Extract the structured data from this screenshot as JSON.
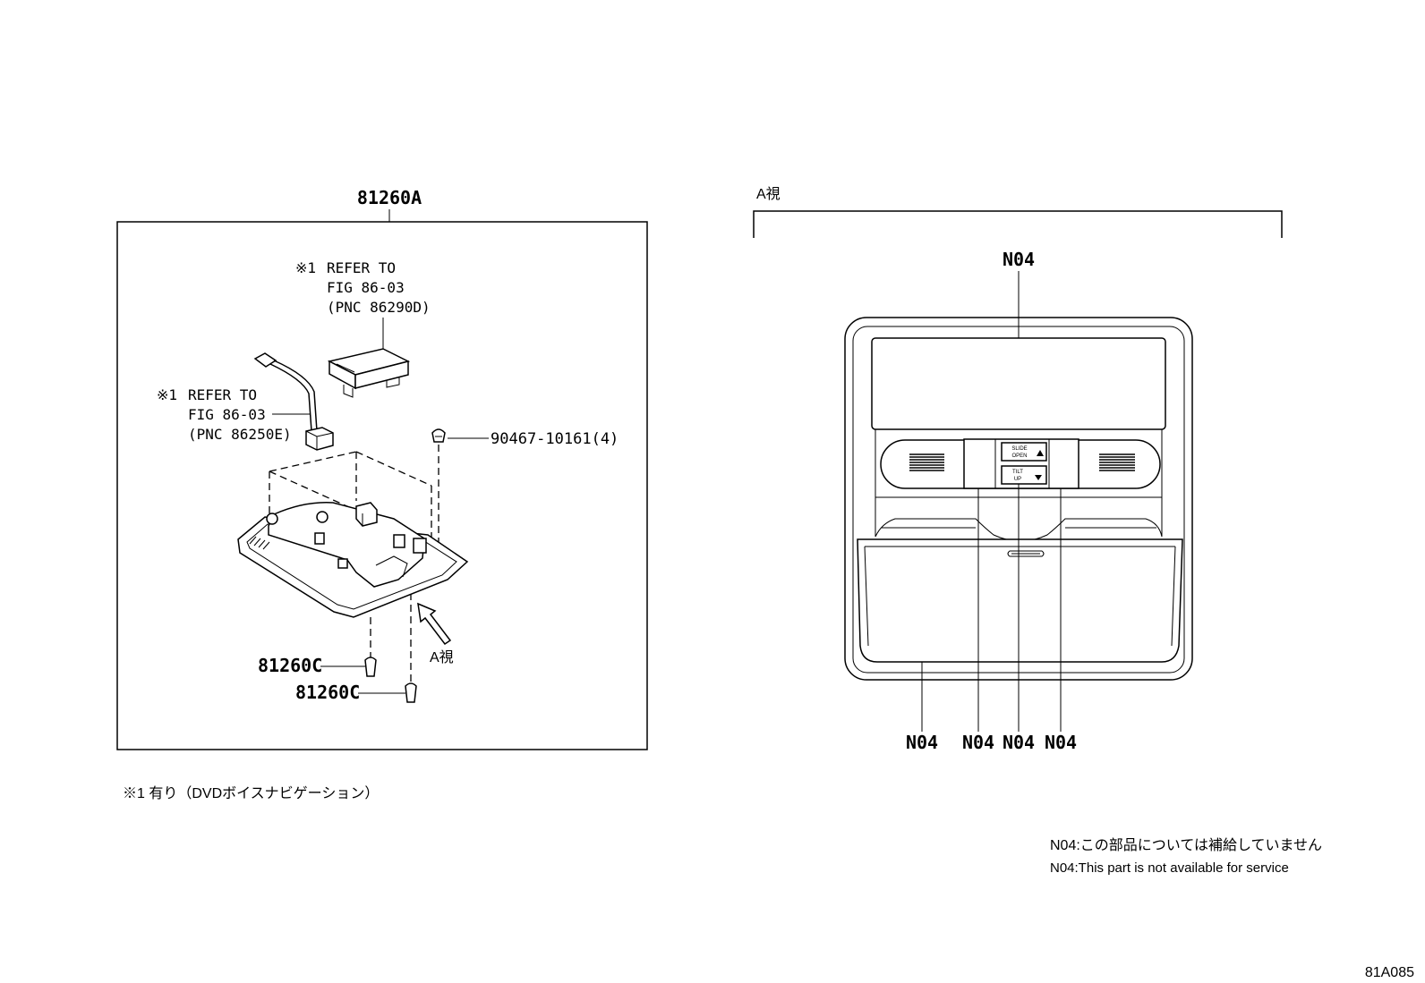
{
  "left_figure": {
    "assembly_label": "81260A",
    "ref1": {
      "mark": "※1",
      "line1": "REFER TO",
      "line2": "FIG 86-03",
      "line3": "(PNC 86290D)"
    },
    "ref2": {
      "mark": "※1",
      "line1": "REFER TO",
      "line2": "FIG 86-03",
      "line3": "(PNC 86250E)"
    },
    "screw_label": "90467-10161(4)",
    "clip_label_1": "81260C",
    "clip_label_2": "81260C",
    "view_label": "A視"
  },
  "footnote": "※1 有り（DVDボイスナビゲーション）",
  "right_figure": {
    "view_label": "A視",
    "top_label": "N04",
    "bottom_labels": [
      "N04",
      "N04",
      "N04",
      "N04"
    ],
    "switch_top": [
      "SLIDE",
      "OPEN"
    ],
    "switch_bottom": [
      "TILT",
      "UP"
    ]
  },
  "notes": [
    "N04:この部品については補給していません",
    "N04:This part is not available for service"
  ],
  "figure_id": "81A085"
}
